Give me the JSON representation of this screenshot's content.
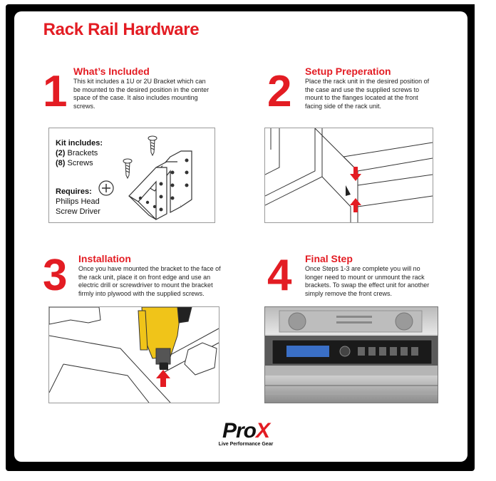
{
  "header": {
    "left_title": "Rack Rail Hardware",
    "right_title": "Installation Instructions"
  },
  "steps": [
    {
      "number": "1",
      "heading": "What’s Included",
      "body": "This kit includes a 1U or 2U Bracket which can be mounted to the desired position in the center space of the case. It also includes mounting screws."
    },
    {
      "number": "2",
      "heading": "Setup Preperation",
      "body": "Place the rack unit in the desired position of the case and use the supplied screws to mount to the flanges located at the front facing side of the rack unit."
    },
    {
      "number": "3",
      "heading": "Installation",
      "body": "Once you have mounted the bracket to the face of the rack unit, place it on front edge and use an electric drill or screwdriver to mount the bracket firmly into plywood with the supplied screws."
    },
    {
      "number": "4",
      "heading": "Final Step",
      "body": "Once Steps 1-3 are complete you will no longer need to mount or unmount the rack brackets. To swap the effect unit for another simply remove the front crews."
    }
  ],
  "kit": {
    "includes_label": "Kit includes:",
    "brackets_qty": "(2)",
    "brackets_label": "Brackets",
    "screws_qty": "(8)",
    "screws_label": "Screws",
    "requires_label": "Requires:",
    "requires_line1": "Philips Head",
    "requires_line2": "Screw Driver"
  },
  "brand": {
    "logo_pro": "Pro",
    "logo_x": "X",
    "tagline": "Live Performance Gear",
    "accent_color": "#e31c23"
  },
  "icons": [
    "phillips-screw-icon",
    "arrow-down-icon",
    "arrow-up-icon",
    "crosshead-icon"
  ]
}
